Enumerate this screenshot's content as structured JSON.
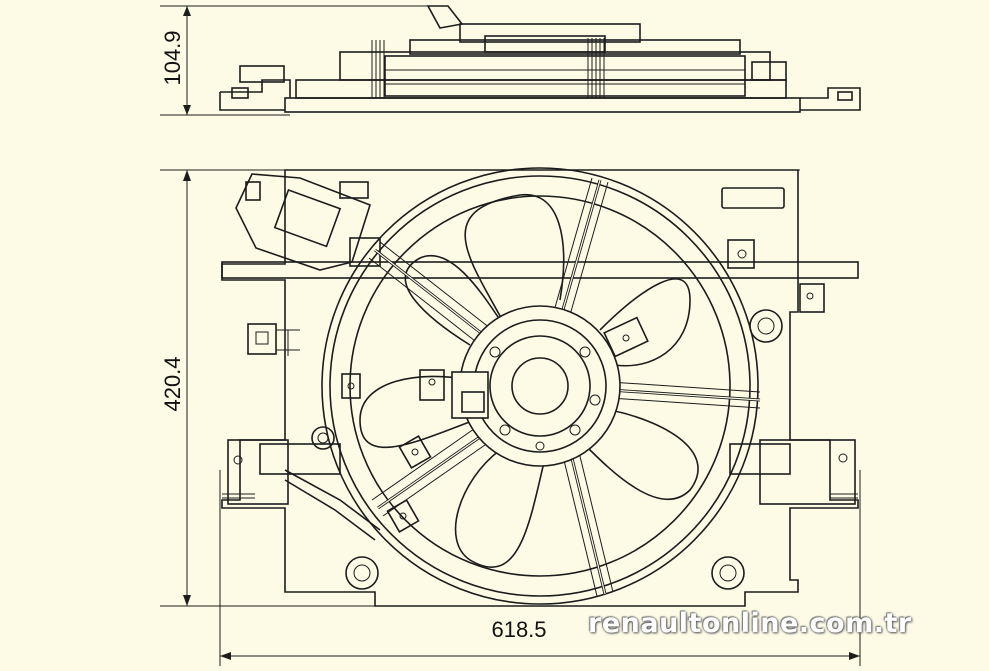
{
  "dimensions": {
    "height_side_view": "104.9",
    "height_front_view": "420.4",
    "width_front_view": "618.5"
  },
  "watermark": "renaultonline.com.tr",
  "colors": {
    "background": "#fdfbe6",
    "line": "#1c1c1c",
    "watermark": "#ffffff"
  }
}
